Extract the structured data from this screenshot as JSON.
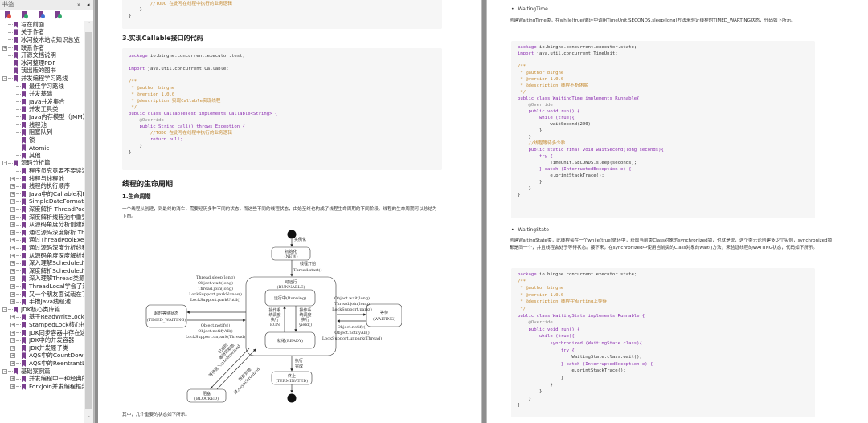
{
  "sidebar": {
    "title": "书签",
    "controls": [
      "»",
      "◂"
    ],
    "tools": [
      {
        "icon": "bookmark-delete-icon",
        "color": "#e0473c"
      },
      {
        "icon": "bookmark-add-icon",
        "color": "#2fa86a"
      },
      {
        "icon": "bookmark-prop-icon",
        "color": "#3b6fd4"
      },
      {
        "icon": "bookmark-search-icon",
        "color": "#2fa86a"
      }
    ],
    "tree": [
      {
        "level": 1,
        "exp": "",
        "label": "写在前面"
      },
      {
        "level": 1,
        "exp": "",
        "label": "关于作者"
      },
      {
        "level": 1,
        "exp": "",
        "label": "冰河技术站点知识总览"
      },
      {
        "level": 1,
        "exp": "+",
        "label": "联系作者"
      },
      {
        "level": 1,
        "exp": "",
        "label": "开源文档说明"
      },
      {
        "level": 1,
        "exp": "",
        "label": "冰河整理PDF"
      },
      {
        "level": 1,
        "exp": "",
        "label": "我出版的图书"
      },
      {
        "level": 1,
        "exp": "-",
        "label": "并发编程学习路线"
      },
      {
        "level": 2,
        "exp": "",
        "label": "最佳学习路线"
      },
      {
        "level": 2,
        "exp": "",
        "label": "并发基础"
      },
      {
        "level": 2,
        "exp": "",
        "label": "Java并发集合"
      },
      {
        "level": 2,
        "exp": "",
        "label": "并发工具类"
      },
      {
        "level": 2,
        "exp": "",
        "label": "Java内存模型（JMM）"
      },
      {
        "level": 2,
        "exp": "",
        "label": "线程池"
      },
      {
        "level": 2,
        "exp": "",
        "label": "阻塞队列"
      },
      {
        "level": 2,
        "exp": "",
        "label": "锁"
      },
      {
        "level": 2,
        "exp": "",
        "label": "Atomic"
      },
      {
        "level": 2,
        "exp": "",
        "label": "其他"
      },
      {
        "level": 1,
        "exp": "-",
        "label": "源码分析篇"
      },
      {
        "level": 2,
        "exp": "",
        "label": "程序员究竟要不要读源"
      },
      {
        "level": 2,
        "exp": "+",
        "label": "线程与线程池"
      },
      {
        "level": 2,
        "exp": "+",
        "label": "线程的执行顺序"
      },
      {
        "level": 2,
        "exp": "+",
        "label": "Java中的Callable和Futu"
      },
      {
        "level": 2,
        "exp": "+",
        "label": "SimpleDateFormat类的"
      },
      {
        "level": 2,
        "exp": "+",
        "label": "深度解析 ThreadPoolEx"
      },
      {
        "level": 2,
        "exp": "+",
        "label": "深度解析线程池中重要"
      },
      {
        "level": 2,
        "exp": "+",
        "label": "从源码角度分析创建线"
      },
      {
        "level": 2,
        "exp": "+",
        "label": "通过源码深度解析 Thre"
      },
      {
        "level": 2,
        "exp": "+",
        "label": "通过ThreadPoolExecut"
      },
      {
        "level": 2,
        "exp": "+",
        "label": "通过源码深度分析线程"
      },
      {
        "level": 2,
        "exp": "+",
        "label": "从源码角度深度解析线"
      },
      {
        "level": 2,
        "exp": "+",
        "label": "深入理解ScheduledThr",
        "selected": true
      },
      {
        "level": 2,
        "exp": "+",
        "label": "深度解析ScheduledThr"
      },
      {
        "level": 2,
        "exp": "+",
        "label": "深入理解Thread类源码"
      },
      {
        "level": 2,
        "exp": "+",
        "label": "ThreadLocal学会了这些"
      },
      {
        "level": 2,
        "exp": "+",
        "label": "又一个朋友面试栽在了"
      },
      {
        "level": 2,
        "exp": "+",
        "label": "手撸Java线程池"
      },
      {
        "level": 1,
        "exp": "-",
        "label": "JDK核心类库篇"
      },
      {
        "level": 2,
        "exp": "+",
        "label": "基于ReadWriteLock开发"
      },
      {
        "level": 2,
        "exp": "+",
        "label": "StampedLock核心技术"
      },
      {
        "level": 2,
        "exp": "+",
        "label": "JDK同步容器中存在这"
      },
      {
        "level": 2,
        "exp": "+",
        "label": "JDK中的并发容器"
      },
      {
        "level": 2,
        "exp": "+",
        "label": "JDK并发原子类"
      },
      {
        "level": 2,
        "exp": "+",
        "label": "AQS中的CountDownLa"
      },
      {
        "level": 2,
        "exp": "+",
        "label": "AQS中的ReentrantLoc"
      },
      {
        "level": 1,
        "exp": "-",
        "label": "基础案例篇"
      },
      {
        "level": 2,
        "exp": "+",
        "label": "并发编程中一种经典的"
      },
      {
        "level": 2,
        "exp": "+",
        "label": "ForkJoin并发编程框架"
      }
    ],
    "scroll_up": "˄",
    "scroll_down": "˅"
  },
  "page1": {
    "code_top": [
      "        //TODO 在此写在线程中执行的业务逻辑",
      "    }",
      "}"
    ],
    "heading_callable": "3.实现Callable接口的代码",
    "code_callable": {
      "package_kw": "package",
      "package_rest": " io.binghe.concurrent.executor.test;",
      "import_kw": "import",
      "import_rest": " java.util.concurrent.Callable;",
      "c1": "/**",
      "c2": " * @author binghe",
      "c3": " * @version 1.0.0",
      "c4": " * @description 实现Callable实现线程",
      "c5": " */",
      "decl": "public class CallableTest implements Callable<String> {",
      "override": "    @Override",
      "method": "    public String call() throws Exception {",
      "todo": "        //TODO 在此写在线程中执行的业务逻辑",
      "ret": "        return null;",
      "close1": "    }",
      "close2": "}"
    },
    "heading_lifecycle": "线程的生命周期",
    "heading_lifecycle_sub": "1.生命周期",
    "para_lifecycle": "一个线程从创建，到最终的消亡，需要经历多种不同的状态，而这些不同的线程状态，由始至终也构成了线程生命周期的不同阶段。线程的生命周期可以总结为下图。",
    "diagram": {
      "instantiate": "实例化",
      "new_cn": "初始化",
      "new_en": "(NEW)",
      "start_cn": "线程开始",
      "start_en": "Thread.start()",
      "runnable_cn": "可运行",
      "runnable_en": "(RUNNABLE)",
      "running": "运行中(Running)",
      "ready": "就绪(READY)",
      "sched_l1": "操作系",
      "sched_l2": "统调度",
      "sched_l3": "执行",
      "sched_l4": "RUN",
      "sched_r1": "操作系",
      "sched_r2": "统调度",
      "sched_r3": "执行",
      "sched_r4": "yield()",
      "timed_cn": "超时等待状态",
      "timed_en": "(TIMED_WAITING)",
      "timed_in": [
        "Thread.sleep(long)",
        "Object.wait(long)",
        "Thread.join(long)",
        "LockSupport.parkNanos()",
        "LockSupport.parkUntil()"
      ],
      "timed_out": [
        "Object.notify()",
        "Object.notifyAll()",
        "LockSupport.unpark(Thread)"
      ],
      "waiting_cn": "等待",
      "waiting_en": "(WAITING)",
      "waiting_in": [
        "Object.wait(long)",
        "Thread.join(long)",
        "LockSupport.park()"
      ],
      "waiting_out": [
        "Object.notify()",
        "Object.notifyAll()",
        "LockSupport.unpark(Thread)"
      ],
      "blocked_cn": "阻塞",
      "blocked_en": "(BLOCKED)",
      "blk_in1": "已超时",
      "blk_in2": "等待获取锁",
      "blk_in3": "等待进入synchronized",
      "blk_out1": "获取到锁",
      "blk_out2": "进入synchronized",
      "done_cn1": "执行",
      "done_cn2": "完成",
      "term_cn": "终止",
      "term_en": "(TERMINATED)"
    },
    "para_bottom": "其中，几个重要的状态如下所示。"
  },
  "page2": {
    "bullet1": "WaitingTime",
    "para1": "创建WaitingTime类，在while(true)循环中调用TimeUnit.SECONDS.sleep(long)方法来验证线程的TIMED_WARTING状态，代码如下所示。",
    "code1": {
      "l1_kw": "package",
      "l1": " io.binghe.concurrent.executor.state;",
      "l2_kw": "import",
      "l2": " java.util.concurrent.TimeUnit;",
      "c1": "/**",
      "c2": " * @author binghe",
      "c3": " * @version 1.0.0",
      "c4": " * @description 线程不断休眠",
      "c5": " */",
      "decl": "public class WaitingTime implements Runnable{",
      "override": "    @Override",
      "run": "    public void run() {",
      "while": "        while (true){",
      "call": "            waitSecond(200);",
      "b1": "        }",
      "b2": "    }",
      "cm": "    //线程等待多少秒",
      "method": "    public static final void waitSecond(long seconds){",
      "try": "        try {",
      "sleep": "            TimeUnit.SECONDS.sleep(seconds);",
      "catch": "        } catch (InterruptedException e) {",
      "print": "            e.printStackTrace();",
      "b3": "        }",
      "b4": "    }",
      "b5": "}"
    },
    "bullet2": "WaitingState",
    "para2": "创建WaitingState类，此线程会在一个while(true)循环中，获取当前类Class对象的synchronized锁，也就是说，这个类无论创建多少个实例，synchronized锁都是同一个，并且线程会处于等待状态。接下来，在synchronized中使用当前类的Class对象的wait()方法，来验证线程的WAITING状态，代码如下所示。",
    "code2": {
      "l1_kw": "package",
      "l1": " io.binghe.concurrent.executor.state;",
      "c1": "/**",
      "c2": " * @author binghe",
      "c3": " * @version 1.0.0",
      "c4": " * @description 线程在Warting上等待",
      "c5": " */",
      "decl": "public class WaitingState implements Runnable {",
      "override": "    @Override",
      "run": "    public void run() {",
      "while": "        while (true){",
      "sync": "            synchronized (WaitingState.class){",
      "try": "                try {",
      "wait": "                    WaitingState.class.wait();",
      "catch": "                } catch (InterruptedException e) {",
      "print": "                    e.printStackTrace();",
      "b1": "                }",
      "b2": "            }",
      "b3": "        }",
      "b4": "    }",
      "b5": "}"
    }
  }
}
